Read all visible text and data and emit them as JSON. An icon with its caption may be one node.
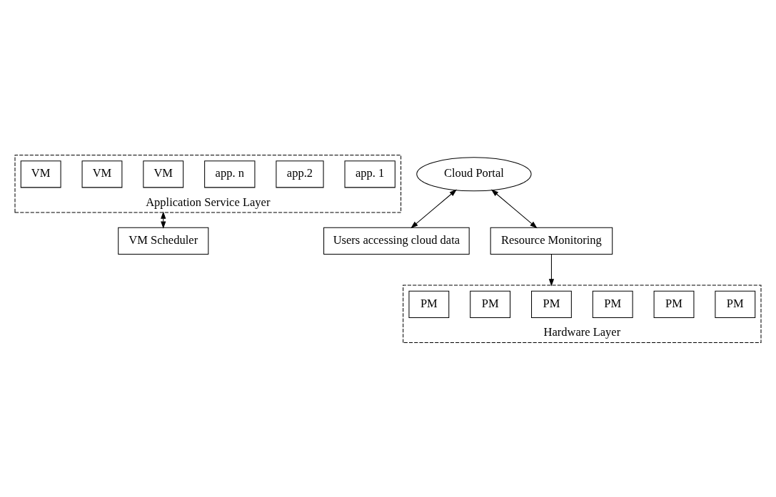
{
  "diagram": {
    "nodes": [
      {
        "text": [
          "Application Service Layer"
        ]
      },
      {
        "text": [
          "app. 1"
        ],
        "in": 0
      },
      {
        "text": [
          "app.2"
        ],
        "in": 0
      },
      {
        "text": [
          "app. n"
        ],
        "in": 0
      },
      {
        "text": [
          "VM"
        ],
        "in": 0
      },
      {
        "text": [
          "VM"
        ],
        "in": 0
      },
      {
        "text": [
          "VM"
        ],
        "in": 0
      },
      {
        "text": [
          "Cloud Portal"
        ]
      },
      {
        "text": [
          "Users accessing cloud data"
        ]
      },
      {
        "text": [
          "VM Scheduler"
        ]
      },
      {
        "text": [
          "Resource Monitoring"
        ]
      },
      {
        "text": [
          "Hardware Layer"
        ]
      },
      {
        "text": [
          "PM"
        ],
        "in": 11
      },
      {
        "text": [
          "PM"
        ],
        "in": 11
      },
      {
        "text": [
          "PM"
        ],
        "in": 11
      },
      {
        "text": [
          "PM"
        ],
        "in": 11
      },
      {
        "text": [
          "PM"
        ],
        "in": 11
      },
      {
        "text": [
          "PM"
        ],
        "in": 11
      }
    ],
    "edges": [
      {
        "from": 0,
        "to": 9,
        "arrow": "both"
      },
      {
        "from": 7,
        "to": 8,
        "arrow": "both"
      },
      {
        "from": 7,
        "to": 10,
        "arrow": "both"
      },
      {
        "from": 10,
        "to": 11,
        "arrow": "to"
      }
    ]
  }
}
